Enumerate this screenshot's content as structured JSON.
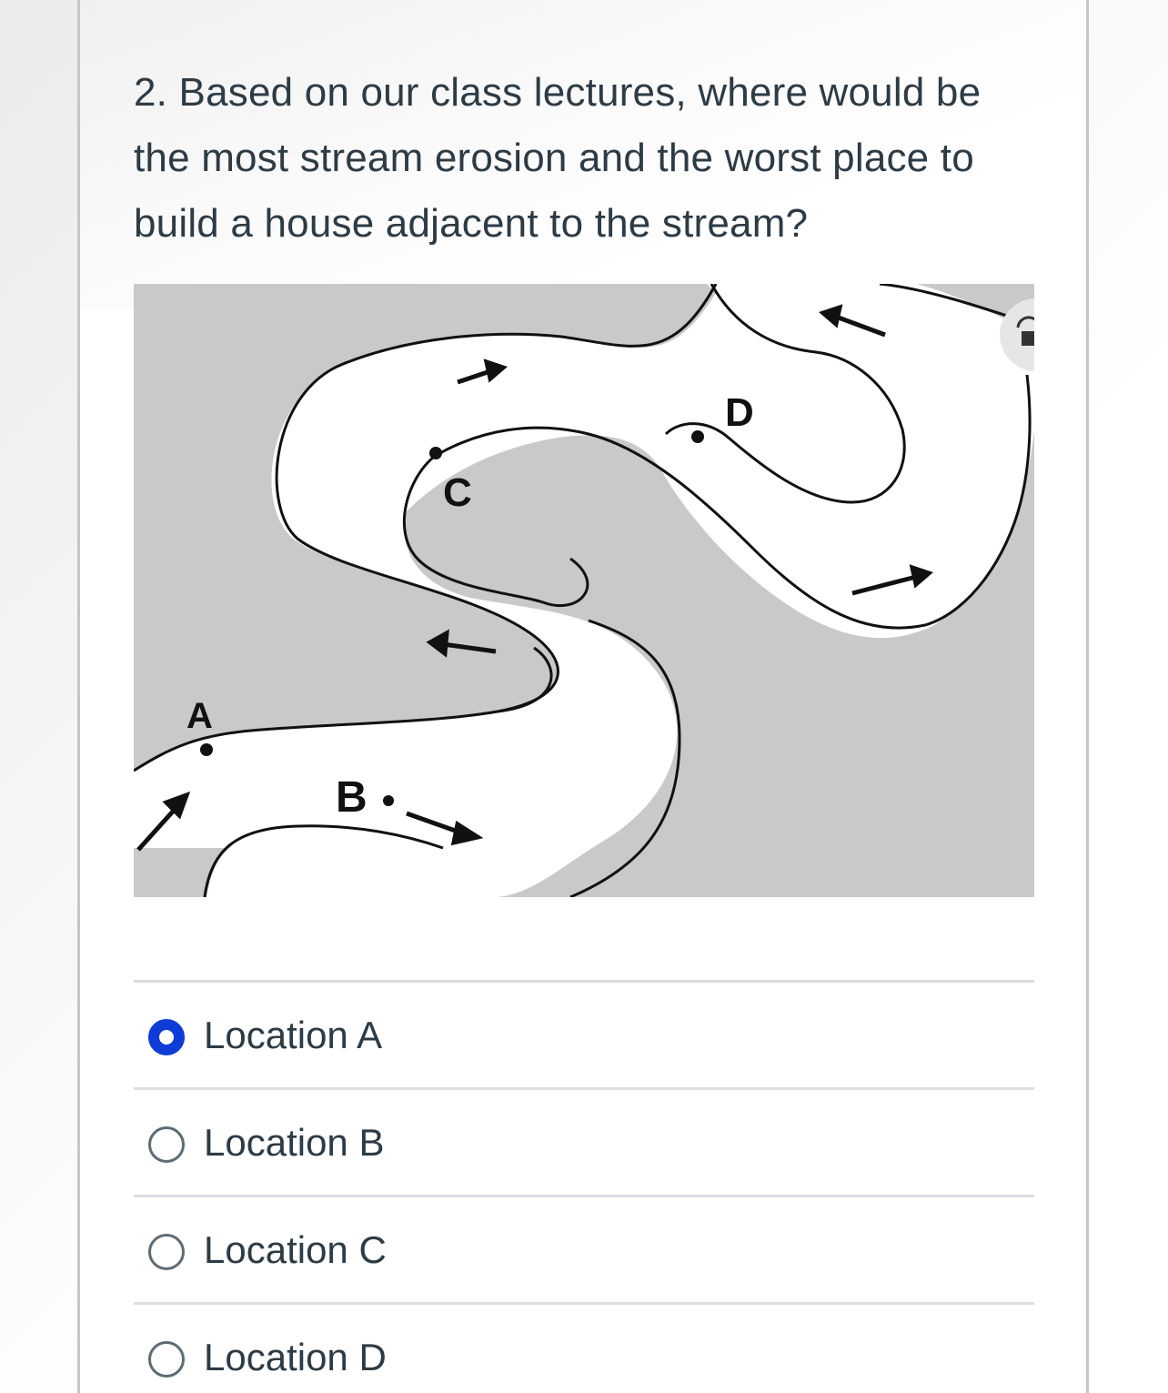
{
  "question": {
    "text": "2. Based on our class lectures, where would be the most stream erosion and the worst place to build a house adjacent to the stream?"
  },
  "figure": {
    "labels": {
      "a": "A",
      "b": "B",
      "c": "C",
      "d": "D"
    },
    "colors": {
      "land": "#c9c9c9",
      "water": "#ffffff",
      "ink": "#111111"
    }
  },
  "answers": {
    "options": [
      {
        "label": "Location A",
        "selected": true
      },
      {
        "label": "Location B",
        "selected": false
      },
      {
        "label": "Location C",
        "selected": false
      },
      {
        "label": "Location D",
        "selected": false
      }
    ],
    "accent": "#0f3bd6"
  }
}
